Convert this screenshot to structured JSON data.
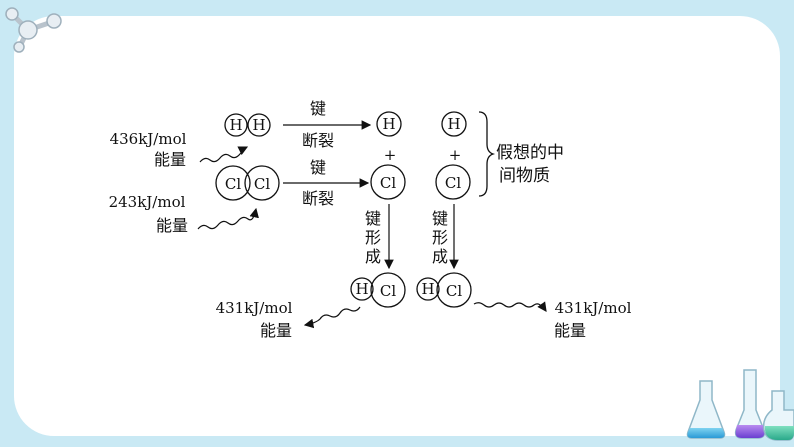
{
  "atoms": {
    "h": "H",
    "cl": "Cl"
  },
  "energy": {
    "h2_value": "436kJ/mol",
    "cl2_value": "243kJ/mol",
    "hcl_left_value": "431kJ/mol",
    "hcl_right_value": "431kJ/mol",
    "unit_word": "能量"
  },
  "process": {
    "bond_char": "键",
    "break_label": "断裂",
    "form_chars": [
      "键",
      "形",
      "成"
    ],
    "plus": "+"
  },
  "annotation": {
    "line1": "假想的中",
    "line2": "间物质"
  },
  "colors": {
    "background": "#c9e9f4",
    "panel": "#ffffff",
    "ink": "#111111"
  }
}
